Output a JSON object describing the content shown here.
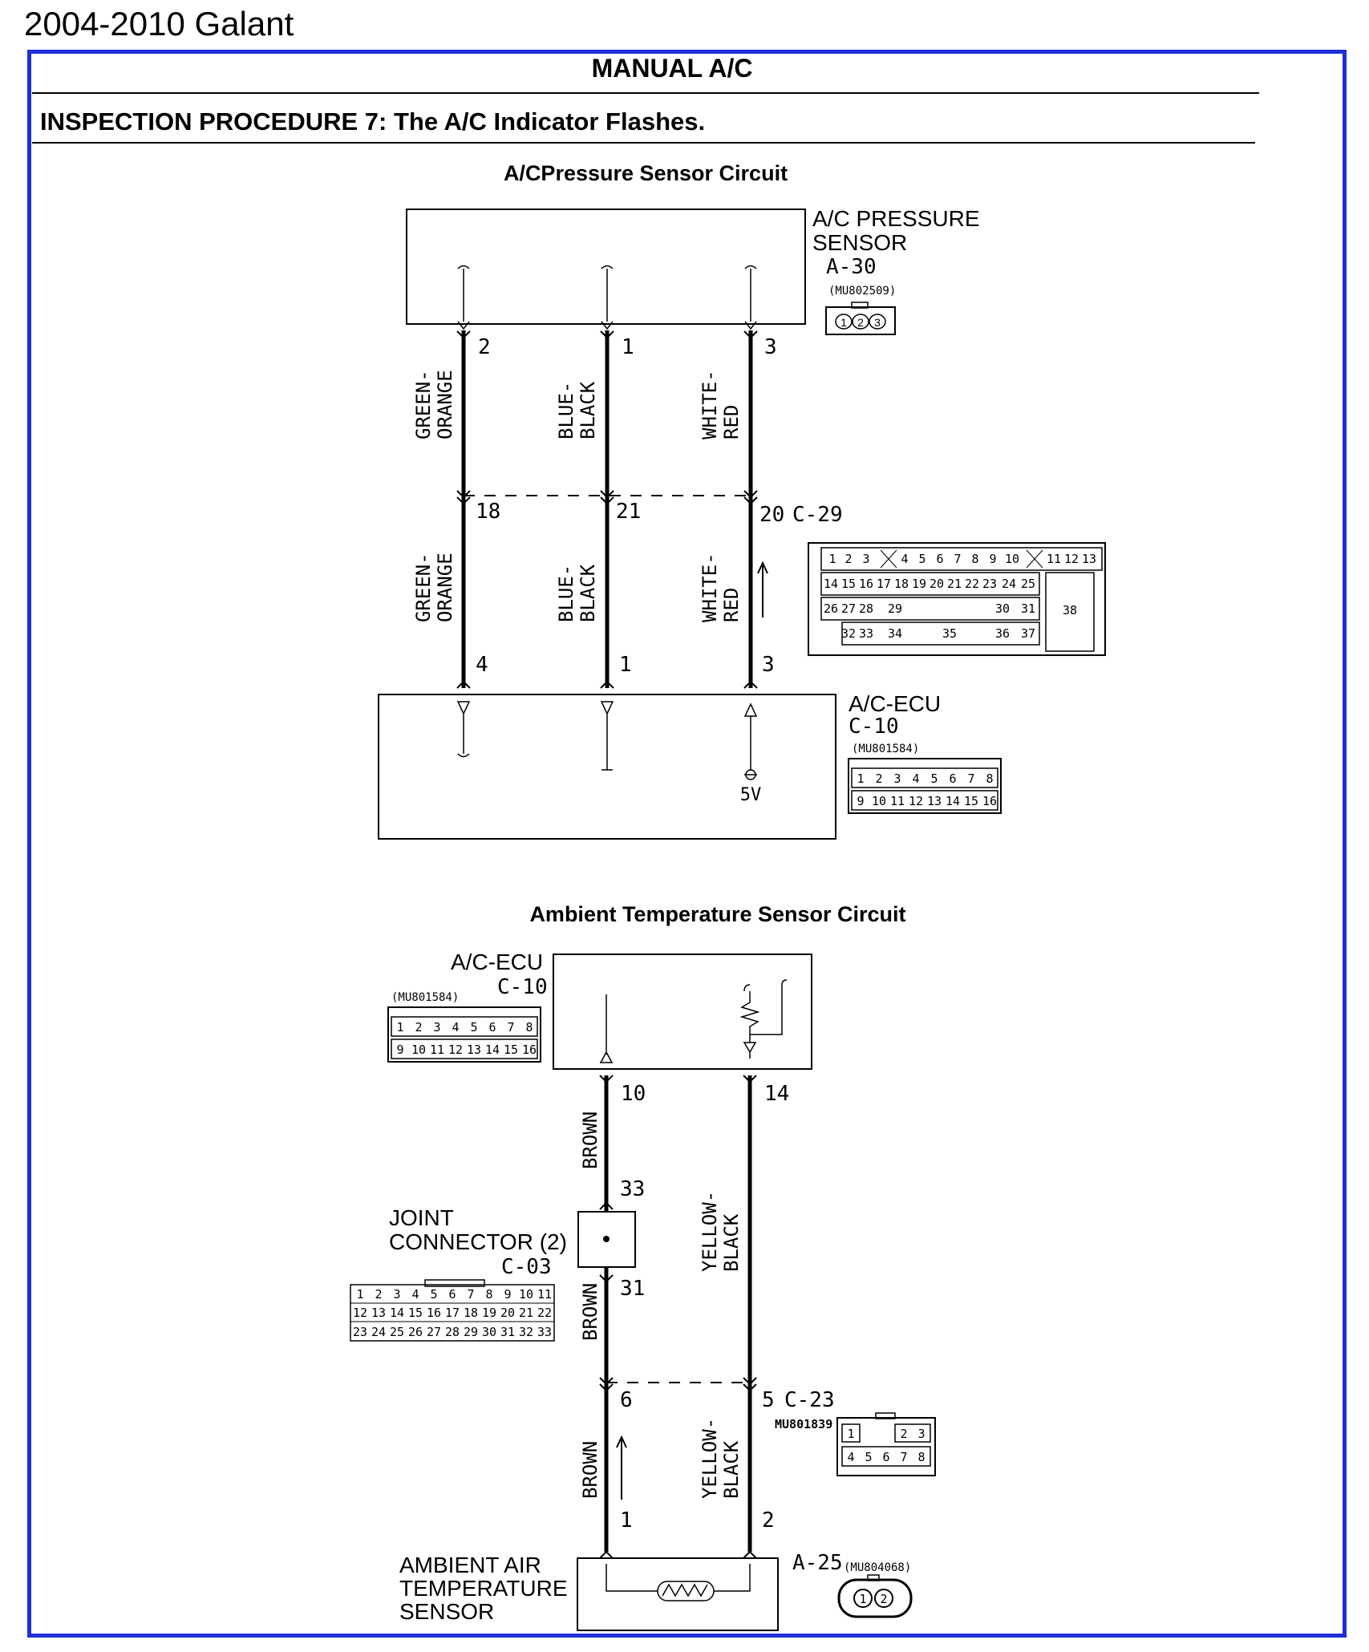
{
  "page": {
    "car_title": "2004-2010 Galant",
    "section_title": "MANUAL A/C",
    "procedure_title": "INSPECTION PROCEDURE 7: The A/C Indicator Flashes.",
    "frame_color": "#1f2fd8"
  },
  "circuit1": {
    "title": "A/CPressure Sensor Circuit",
    "sensor": {
      "line1": "A/C PRESSURE",
      "line2": "SENSOR",
      "connector": "A-30",
      "part_no": "(MU802509)",
      "pins": [
        "1",
        "2",
        "3"
      ]
    },
    "wires": [
      {
        "pin_top": "2",
        "color_top_1": "GREEN-",
        "color_top_2": "ORANGE",
        "pin_mid": "18",
        "color_bot_1": "GREEN-",
        "color_bot_2": "ORANGE",
        "pin_bot": "4"
      },
      {
        "pin_top": "1",
        "color_top_1": "BLUE-",
        "color_top_2": "BLACK",
        "pin_mid": "21",
        "color_bot_1": "BLUE-",
        "color_bot_2": "BLACK",
        "pin_bot": "1"
      },
      {
        "pin_top": "3",
        "color_top_1": "WHITE-",
        "color_top_2": "RED",
        "pin_mid": "20",
        "color_bot_1": "WHITE-",
        "color_bot_2": "RED",
        "pin_bot": "3"
      }
    ],
    "mid_connector": "C-29",
    "c29_rows": [
      [
        "1",
        "2",
        "3",
        "4",
        "5",
        "6",
        "7",
        "8",
        "9",
        "10",
        "11",
        "12",
        "13"
      ],
      [
        "14",
        "15",
        "16",
        "17",
        "18",
        "19",
        "20",
        "21",
        "22",
        "23",
        "24",
        "25"
      ],
      [
        "26",
        "27",
        "28",
        "29",
        "30",
        "31",
        "38"
      ],
      [
        "32",
        "33",
        "34",
        "35",
        "36",
        "37"
      ]
    ],
    "ecu": {
      "name": "A/C-ECU",
      "connector": "C-10",
      "part_no": "(MU801584)",
      "voltage": "5V",
      "rows": [
        [
          "1",
          "2",
          "3",
          "4",
          "5",
          "6",
          "7",
          "8"
        ],
        [
          "9",
          "10",
          "11",
          "12",
          "13",
          "14",
          "15",
          "16"
        ]
      ]
    }
  },
  "circuit2": {
    "title": "Ambient Temperature Sensor Circuit",
    "ecu": {
      "name": "A/C-ECU",
      "connector": "C-10",
      "part_no": "(MU801584)",
      "rows": [
        [
          "1",
          "2",
          "3",
          "4",
          "5",
          "6",
          "7",
          "8"
        ],
        [
          "9",
          "10",
          "11",
          "12",
          "13",
          "14",
          "15",
          "16"
        ]
      ]
    },
    "wire_left": {
      "pin_ecu": "10",
      "color_top": "BROWN",
      "pin_joint_in": "33",
      "pin_joint_out": "31",
      "color_mid": "BROWN",
      "pin_conn": "6",
      "color_bot": "BROWN",
      "pin_sensor": "1"
    },
    "wire_right": {
      "pin_ecu": "14",
      "color_1": "YELLOW-",
      "color_2": "BLACK",
      "pin_conn": "5",
      "color_bot_1": "YELLOW-",
      "color_bot_2": "BLACK",
      "pin_sensor": "2"
    },
    "joint": {
      "line1": "JOINT",
      "line2": "CONNECTOR (2)",
      "connector": "C-03",
      "rows": [
        [
          "1",
          "2",
          "3",
          "4",
          "5",
          "6",
          "7",
          "8",
          "9",
          "10",
          "11"
        ],
        [
          "12",
          "13",
          "14",
          "15",
          "16",
          "17",
          "18",
          "19",
          "20",
          "21",
          "22"
        ],
        [
          "23",
          "24",
          "25",
          "26",
          "27",
          "28",
          "29",
          "30",
          "31",
          "32",
          "33"
        ]
      ]
    },
    "mid_connector": {
      "name": "C-23",
      "part_no": "MU801839",
      "rows": [
        [
          "1",
          "2",
          "3"
        ],
        [
          "4",
          "5",
          "6",
          "7",
          "8"
        ]
      ]
    },
    "sensor": {
      "line1": "AMBIENT AIR",
      "line2": "TEMPERATURE",
      "line3": "SENSOR",
      "connector": "A-25",
      "part_no": "(MU804068)",
      "pins": [
        "1",
        "2"
      ]
    }
  }
}
